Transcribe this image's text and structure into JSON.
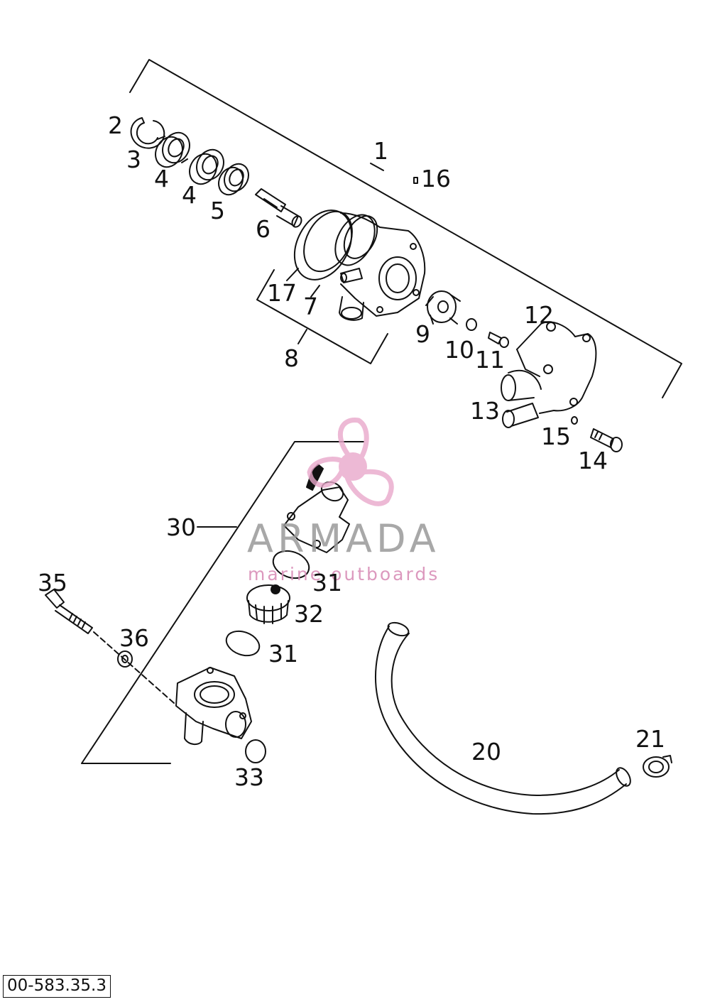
{
  "diagram": {
    "labels": [
      {
        "id": "l1",
        "text": "1"
      },
      {
        "id": "l2",
        "text": "2"
      },
      {
        "id": "l3",
        "text": "3"
      },
      {
        "id": "l4a",
        "text": "4"
      },
      {
        "id": "l4b",
        "text": "4"
      },
      {
        "id": "l5",
        "text": "5"
      },
      {
        "id": "l6",
        "text": "6"
      },
      {
        "id": "l7",
        "text": "7"
      },
      {
        "id": "l8",
        "text": "8"
      },
      {
        "id": "l9",
        "text": "9"
      },
      {
        "id": "l10",
        "text": "10"
      },
      {
        "id": "l11",
        "text": "11"
      },
      {
        "id": "l12",
        "text": "12"
      },
      {
        "id": "l13",
        "text": "13"
      },
      {
        "id": "l14",
        "text": "14"
      },
      {
        "id": "l15",
        "text": "15"
      },
      {
        "id": "l16",
        "text": "16"
      },
      {
        "id": "l17",
        "text": "17"
      },
      {
        "id": "l20",
        "text": "20"
      },
      {
        "id": "l21",
        "text": "21"
      },
      {
        "id": "l30",
        "text": "30"
      },
      {
        "id": "l31a",
        "text": "31"
      },
      {
        "id": "l31b",
        "text": "31"
      },
      {
        "id": "l32",
        "text": "32"
      },
      {
        "id": "l33",
        "text": "33"
      },
      {
        "id": "l35",
        "text": "35"
      },
      {
        "id": "l36",
        "text": "36"
      }
    ],
    "reference_code": "00-583.35.3"
  },
  "watermark": {
    "name": "ARMADA",
    "tagline": "marine outboards",
    "color_gray": "#9a9a9a",
    "color_pink": "#e9a8cb",
    "color_pink_dark": "#d98fb8"
  },
  "style": {
    "line_color": "#111111",
    "background": "#ffffff"
  }
}
